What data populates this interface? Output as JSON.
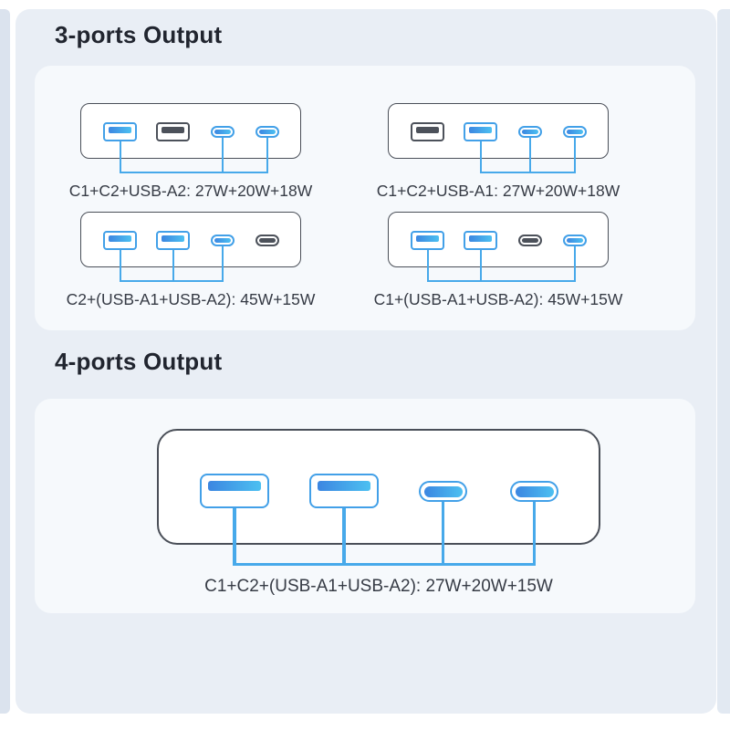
{
  "sections": [
    {
      "title": "3-ports Output",
      "diagrams": [
        {
          "ports": [
            {
              "type": "usb-a",
              "state": "active"
            },
            {
              "type": "usb-a",
              "state": "inactive"
            },
            {
              "type": "usb-c",
              "state": "active"
            },
            {
              "type": "usb-c",
              "state": "active"
            }
          ],
          "connected_ports": [
            0,
            2,
            3
          ],
          "label": "C1+C2+USB-A2: 27W+20W+18W"
        },
        {
          "ports": [
            {
              "type": "usb-a",
              "state": "inactive"
            },
            {
              "type": "usb-a",
              "state": "active"
            },
            {
              "type": "usb-c",
              "state": "active"
            },
            {
              "type": "usb-c",
              "state": "active"
            }
          ],
          "connected_ports": [
            1,
            2,
            3
          ],
          "label": "C1+C2+USB-A1: 27W+20W+18W"
        },
        {
          "ports": [
            {
              "type": "usb-a",
              "state": "active"
            },
            {
              "type": "usb-a",
              "state": "active"
            },
            {
              "type": "usb-c",
              "state": "active"
            },
            {
              "type": "usb-c",
              "state": "inactive"
            }
          ],
          "connected_ports": [
            0,
            1,
            2
          ],
          "label": "C2+(USB-A1+USB-A2): 45W+15W"
        },
        {
          "ports": [
            {
              "type": "usb-a",
              "state": "active"
            },
            {
              "type": "usb-a",
              "state": "active"
            },
            {
              "type": "usb-c",
              "state": "inactive"
            },
            {
              "type": "usb-c",
              "state": "active"
            }
          ],
          "connected_ports": [
            0,
            1,
            3
          ],
          "label": "C1+(USB-A1+USB-A2): 45W+15W"
        }
      ]
    },
    {
      "title": "4-ports Output",
      "diagrams": [
        {
          "ports": [
            {
              "type": "usb-a",
              "state": "active"
            },
            {
              "type": "usb-a",
              "state": "active"
            },
            {
              "type": "usb-c",
              "state": "active"
            },
            {
              "type": "usb-c",
              "state": "active"
            }
          ],
          "connected_ports": [
            0,
            1,
            2,
            3
          ],
          "label": "C1+C2+(USB-A1+USB-A2): 27W+20W+15W"
        }
      ]
    }
  ],
  "colors": {
    "page_bg": "#ffffff",
    "panel_bg": "#e9eef5",
    "left_slide": "#dbe3ee",
    "right_slide": "#e2e9f2",
    "card_bg": "#f6f9fc",
    "title_text": "#21252f",
    "label_text": "#363b45",
    "charger_outline": "#4a4f58",
    "port_active": "#42a0e8",
    "port_inactive": "#4c515a",
    "bar_grad_start": "#3c86e1",
    "bar_grad_end": "#4cc0f1",
    "connector": "#47a9ea",
    "port_fill": "#ffffff"
  }
}
